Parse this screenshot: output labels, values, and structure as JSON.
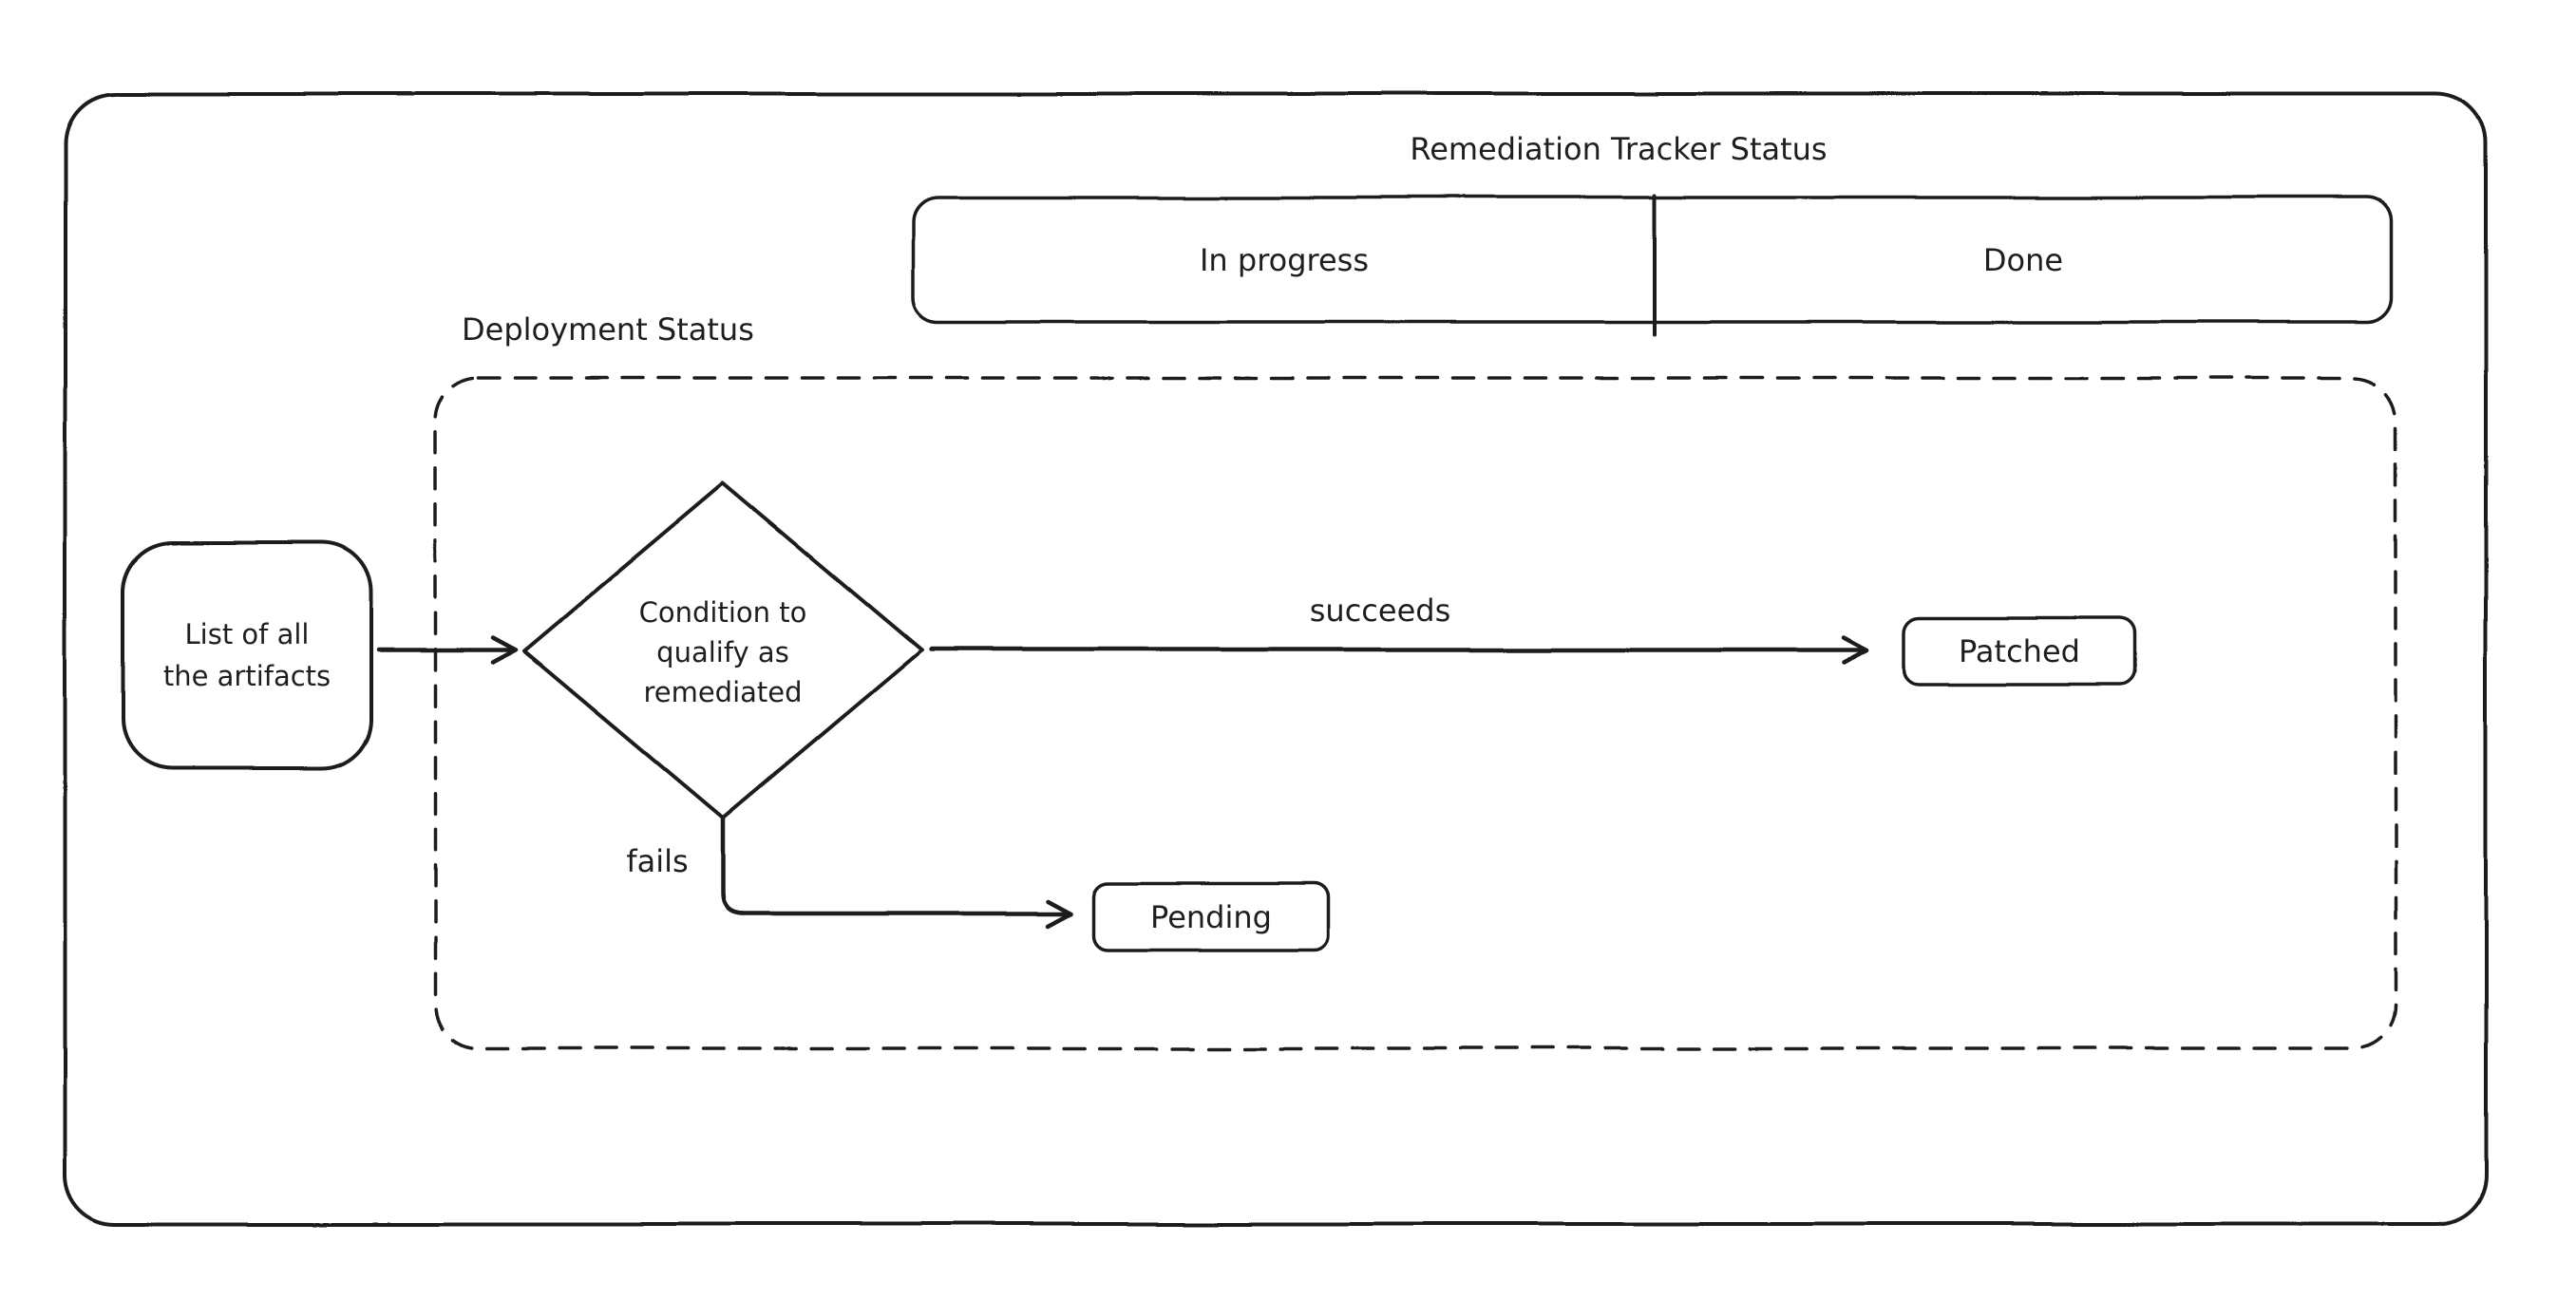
{
  "diagram": {
    "title": "Remediation Tracker Status",
    "tracker_bar": {
      "in_progress": "In progress",
      "done": "Done"
    },
    "deployment_label": "Deployment Status",
    "nodes": {
      "artifacts_line1": "List of all",
      "artifacts_line2": "the artifacts",
      "condition_line1": "Condition to",
      "condition_line2": "qualify as",
      "condition_line3": "remediated",
      "patched": "Patched",
      "pending": "Pending"
    },
    "edge_labels": {
      "succeeds": "succeeds",
      "fails": "fails"
    },
    "colors": {
      "stroke": "#1e1e1e",
      "background": "#ffffff"
    }
  }
}
